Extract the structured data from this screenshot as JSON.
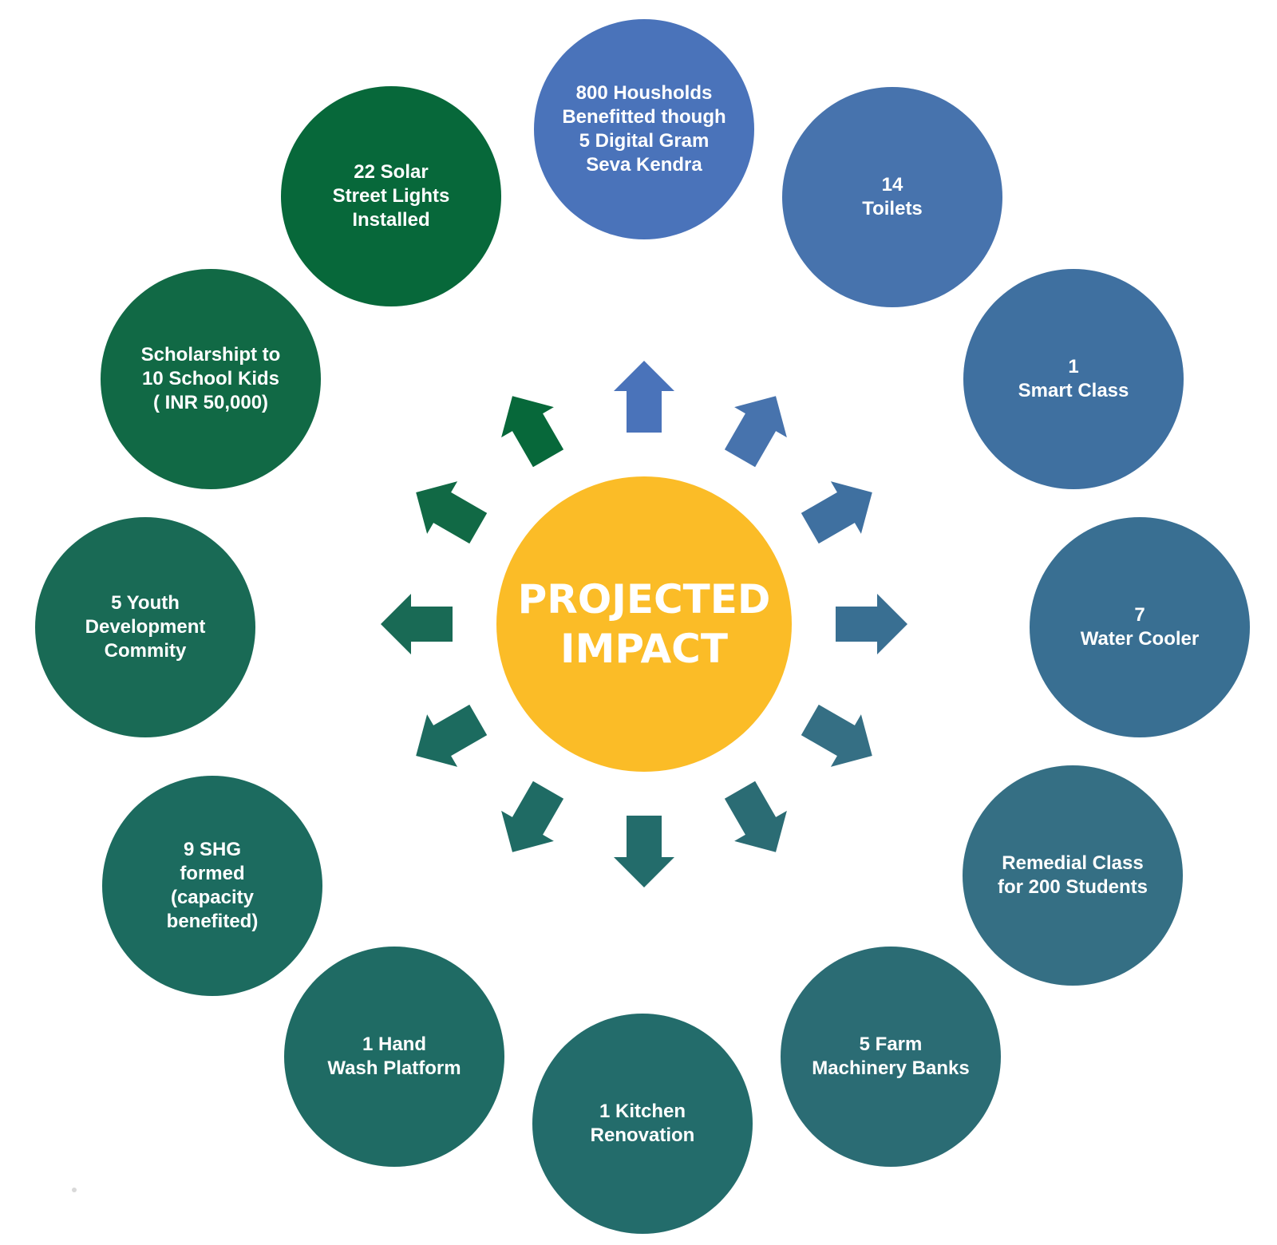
{
  "center": {
    "label": "PROJECTED\nIMPACT",
    "color": "#fbbc27"
  },
  "nodes": [
    {
      "id": "digital-gram-seva",
      "label": "800 Housholds\nBenefitted though\n5 Digital Gram\nSeva Kendra",
      "color": "#4a73ba"
    },
    {
      "id": "toilets",
      "label": "14\nToilets",
      "color": "#4773ad"
    },
    {
      "id": "smart-class",
      "label": "1\nSmart Class",
      "color": "#3f70a0"
    },
    {
      "id": "water-cooler",
      "label": "7\nWater Cooler",
      "color": "#396f92"
    },
    {
      "id": "remedial-class",
      "label": "Remedial Class\nfor 200 Students",
      "color": "#356f84"
    },
    {
      "id": "farm-machinery-banks",
      "label": "5 Farm\nMachinery Banks",
      "color": "#2b6c74"
    },
    {
      "id": "kitchen-renovation",
      "label": "1 Kitchen\nRenovation",
      "color": "#236c6b"
    },
    {
      "id": "hand-wash-platform",
      "label": "1 Hand\nWash Platform",
      "color": "#1f6b64"
    },
    {
      "id": "shg-formed",
      "label": "9 SHG\nformed\n(capacity\nbenefited)",
      "color": "#1c6b5f"
    },
    {
      "id": "youth-development",
      "label": "5 Youth\nDevelopment\nCommity",
      "color": "#196a55"
    },
    {
      "id": "scholarship",
      "label": "Scholarshipt to\n10 School Kids\n( INR 50,000)",
      "color": "#116945"
    },
    {
      "id": "solar-street-lights",
      "label": "22 Solar\nStreet Lights\nInstalled",
      "color": "#07683a"
    }
  ]
}
